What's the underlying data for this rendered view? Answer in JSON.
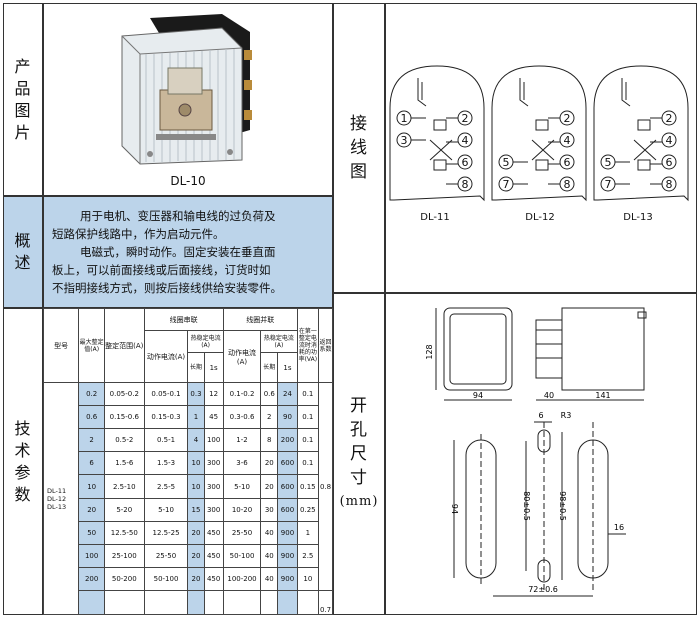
{
  "section_labels": {
    "product_photo": [
      "产",
      "品",
      "图",
      "片"
    ],
    "overview": [
      "概",
      "述"
    ],
    "specs": [
      "技",
      "术",
      "参",
      "数"
    ],
    "wiring": [
      "接",
      "线",
      "图"
    ],
    "cutout": [
      "开",
      "孔",
      "尺",
      "寸"
    ],
    "cutout_unit": "(mm)"
  },
  "product": {
    "model_caption": "DL-10"
  },
  "overview": {
    "line1": "用于电机、变压器和输电线的过负荷及",
    "line2": "短路保护线路中，作为启动元件。",
    "line3": "电磁式，瞬时动作。固定安装在垂直面",
    "line4": "板上，可以前面接线或后面接线，订货时如",
    "line5": "不指明接线方式，则按后接线供给安装零件。"
  },
  "wiring": {
    "captions": [
      "DL-11",
      "DL-12",
      "DL-13"
    ],
    "terminals": [
      "1",
      "2",
      "3",
      "4",
      "5",
      "6",
      "7",
      "8"
    ]
  },
  "specs_table": {
    "headers": {
      "model": "型号",
      "max_setting": "最大整定值(A)",
      "setting_range": "整定范围(A)",
      "series": "线圈串联",
      "parallel": "线圈并联",
      "op_current": "动作电流(A)",
      "thermal": "热稳定电流(A)",
      "long_term": "长期",
      "one_sec": "1s",
      "power": "在第一整定电流时消耗的功率(VA)",
      "return_coef": "返回系数"
    },
    "model_names": [
      "DL-11",
      "DL-12",
      "DL-13"
    ],
    "rows": [
      [
        "0.2",
        "0.05-0.2",
        "0.05-0.1",
        "0.3",
        "12",
        "0.1-0.2",
        "0.6",
        "24",
        "0.1"
      ],
      [
        "0.6",
        "0.15-0.6",
        "0.15-0.3",
        "1",
        "45",
        "0.3-0.6",
        "2",
        "90",
        "0.1"
      ],
      [
        "2",
        "0.5-2",
        "0.5-1",
        "4",
        "100",
        "1-2",
        "8",
        "200",
        "0.1"
      ],
      [
        "6",
        "1.5-6",
        "1.5-3",
        "10",
        "300",
        "3-6",
        "20",
        "600",
        "0.1"
      ],
      [
        "10",
        "2.5-10",
        "2.5-5",
        "10",
        "300",
        "5-10",
        "20",
        "600",
        "0.15"
      ],
      [
        "20",
        "5-20",
        "5-10",
        "15",
        "300",
        "10-20",
        "30",
        "600",
        "0.25"
      ],
      [
        "50",
        "12.5-50",
        "12.5-25",
        "20",
        "450",
        "25-50",
        "40",
        "900",
        "1"
      ],
      [
        "100",
        "25-100",
        "25-50",
        "20",
        "450",
        "50-100",
        "40",
        "900",
        "2.5"
      ],
      [
        "200",
        "50-200",
        "50-100",
        "20",
        "450",
        "100-200",
        "40",
        "900",
        "10"
      ]
    ],
    "return_values": [
      "0.8",
      "0.7"
    ]
  },
  "dimensions": {
    "height": "128",
    "width": "94",
    "side_a": "40",
    "side_b": "141",
    "slot_width": "6",
    "radius": "R3",
    "slot_height": "94",
    "inner": "80±0.5",
    "outer": "98±0.5",
    "side": "16",
    "spacing": "72±0.6"
  },
  "colors": {
    "blue_fill": "#bcd4ea",
    "line": "#222222"
  }
}
